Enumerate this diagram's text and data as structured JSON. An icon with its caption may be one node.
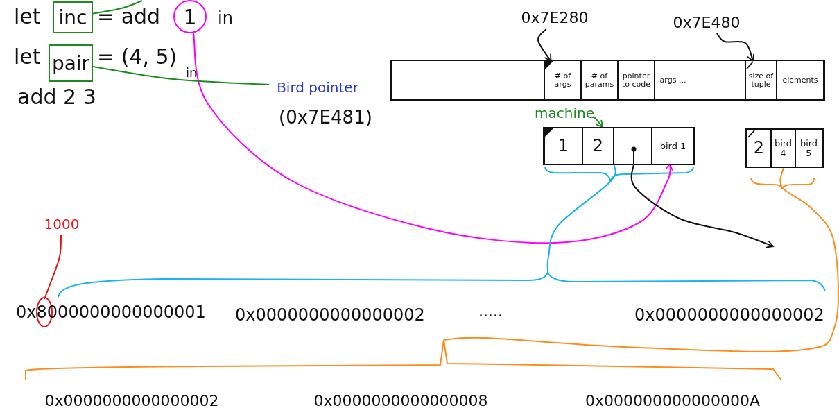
{
  "diagram": {
    "nodes": [
      {
        "text": [
          "inc"
        ]
      },
      {
        "text": [
          "1"
        ]
      },
      {
        "text": [
          "pair"
        ]
      },
      {
        "text": [
          "Bird pointer"
        ],
        "beside": [
          "(0x7E481)"
        ]
      },
      {
        "text": [
          "0x7E280"
        ]
      },
      {
        "text": [
          "0x7E480"
        ]
      },
      {
        "text": [],
        "shape": "box"
      },
      {
        "text": [
          "# of args"
        ],
        "in": 6
      },
      {
        "text": [
          "# of params"
        ],
        "in": 6
      },
      {
        "text": [
          "pointer to code"
        ],
        "in": 6
      },
      {
        "text": [
          "args ..."
        ],
        "in": 6
      },
      {
        "text": [
          "size of tuple"
        ],
        "in": 6
      },
      {
        "text": [
          "elements"
        ],
        "in": 6
      },
      {
        "text": [
          "machine"
        ]
      },
      {
        "text": [],
        "shape": "box"
      },
      {
        "text": [
          "1"
        ],
        "in": 14
      },
      {
        "text": [
          "2"
        ],
        "in": 14
      },
      {
        "text": [],
        "shape": "box",
        "in": 14
      },
      {
        "text": [
          "bird 1"
        ],
        "in": 14
      },
      {
        "text": [],
        "shape": "box"
      },
      {
        "text": [
          "2"
        ],
        "in": 19
      },
      {
        "text": [
          "bird 4"
        ],
        "in": 19
      },
      {
        "text": [
          "bird 5"
        ],
        "in": 19
      },
      {
        "text": [
          "1000"
        ]
      },
      {
        "text": [],
        "shape": "brace"
      },
      {
        "text": [
          "0x8000000000000001"
        ]
      },
      {
        "text": [
          "0x0000000000000002"
        ]
      },
      {
        "text": [
          "0x0000000000000002"
        ]
      },
      {
        "text": [],
        "shape": "brace"
      },
      {
        "text": [
          "0x0000000000000002"
        ]
      },
      {
        "text": [
          "0x0000000000000008"
        ]
      },
      {
        "text": [
          "0x000000000000000A"
        ]
      }
    ],
    "edges": [
      {
        "from": 0,
        "to": null,
        "arrow": "none",
        "color": "#1f8a1f"
      },
      {
        "from": 1,
        "to": 18,
        "arrow": "to",
        "color": "#ff00ff"
      },
      {
        "from": 2,
        "to": 3,
        "arrow": "none",
        "color": "#1f8a1f"
      },
      {
        "from": 4,
        "to": 7,
        "arrow": "to",
        "color": "#111111"
      },
      {
        "from": 5,
        "to": 11,
        "arrow": "to",
        "color": "#111111"
      },
      {
        "from": 13,
        "to": 14,
        "arrow": "to",
        "color": "#1f8a1f"
      },
      {
        "from": 17,
        "to": null,
        "arrow": "to",
        "color": "#111111"
      },
      {
        "from": 14,
        "to": 24,
        "arrow": "none",
        "color": "#1ab2f0"
      },
      {
        "from": 19,
        "to": 28,
        "arrow": "none",
        "color": "#ff8c1a"
      },
      {
        "from": 23,
        "to": 25,
        "arrow": "none",
        "color": "#ee1111"
      }
    ],
    "labels": [
      "let",
      "= add",
      "in",
      "let",
      "= (4, 5)",
      "in",
      "add 2 3",
      "....."
    ]
  }
}
